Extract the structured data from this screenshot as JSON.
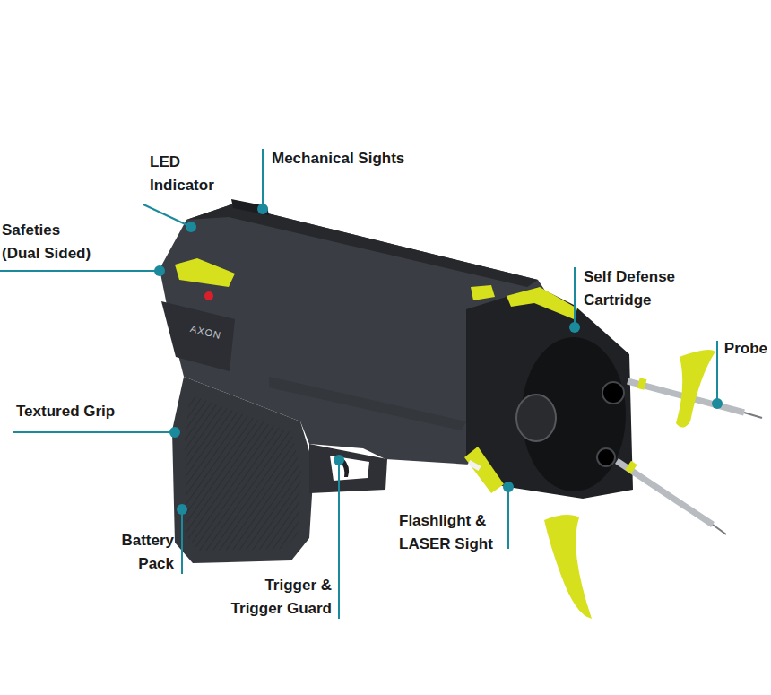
{
  "diagram": {
    "labels": [
      "LED Indicator",
      "Mechanical Sights",
      "Safeties (Dual Sided)",
      "Self Defense Cartridge",
      "AXON",
      "Probe",
      "Textured Grip",
      "Flashlight & LASER Sight",
      "Battery Pack",
      "Trigger & Trigger Guard"
    ]
  }
}
